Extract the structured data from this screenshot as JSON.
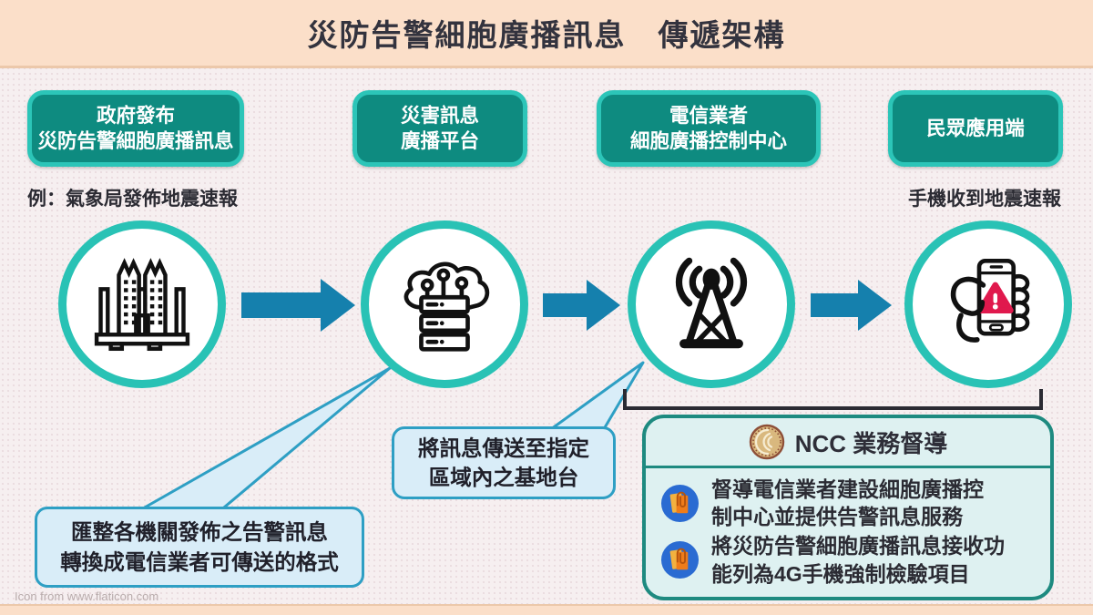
{
  "header": {
    "title": "災防告警細胞廣播訊息　傳遞架構"
  },
  "stages": [
    {
      "icon": "government-building-icon",
      "lines": [
        "政府發布",
        "災防告警細胞廣播訊息"
      ]
    },
    {
      "icon": "cloud-server-icon",
      "lines": [
        "災害訊息",
        "廣播平台"
      ]
    },
    {
      "icon": "broadcast-tower-icon",
      "lines": [
        "電信業者",
        "細胞廣播控制中心"
      ]
    },
    {
      "icon": "phone-alert-icon",
      "lines": [
        "民眾應用端"
      ]
    }
  ],
  "examples": {
    "left": "例：氣象局發佈地震速報",
    "right": "手機收到地震速報"
  },
  "callouts": {
    "basestation_note": {
      "lines": [
        "將訊息傳送至指定",
        "區域內之基地台"
      ]
    },
    "platform_note": {
      "lines": [
        "匯整各機關發佈之告警訊息",
        "轉換成電信業者可傳送的格式"
      ]
    }
  },
  "ncc_panel": {
    "title": "NCC 業務督導",
    "items": [
      {
        "icon": "document-clip-icon",
        "lines": [
          "督導電信業者建設細胞廣播控",
          "制中心並提供告警訊息服務"
        ]
      },
      {
        "icon": "document-clip-icon",
        "lines": [
          "將災防告警細胞廣播訊息接收功",
          "能列為4G手機強制檢驗項目"
        ]
      }
    ]
  },
  "footer": {
    "attribution": "Icon from www.flaticon.com"
  },
  "colors": {
    "header_bg": "#fbdfc9",
    "canvas_bg": "#f6eff0",
    "stagebox_fill": "#0e8b80",
    "stagebox_border": "#2cc5b8",
    "circle_ring": "#29c2b5",
    "arrow_blue": "#1580ad",
    "callout_bg": "#d9edf8",
    "callout_border": "#2e9fc4",
    "ncc_bg": "#def1f1",
    "ncc_border": "#1e8a80",
    "alert_red": "#e0194d",
    "icon_black": "#111111"
  }
}
